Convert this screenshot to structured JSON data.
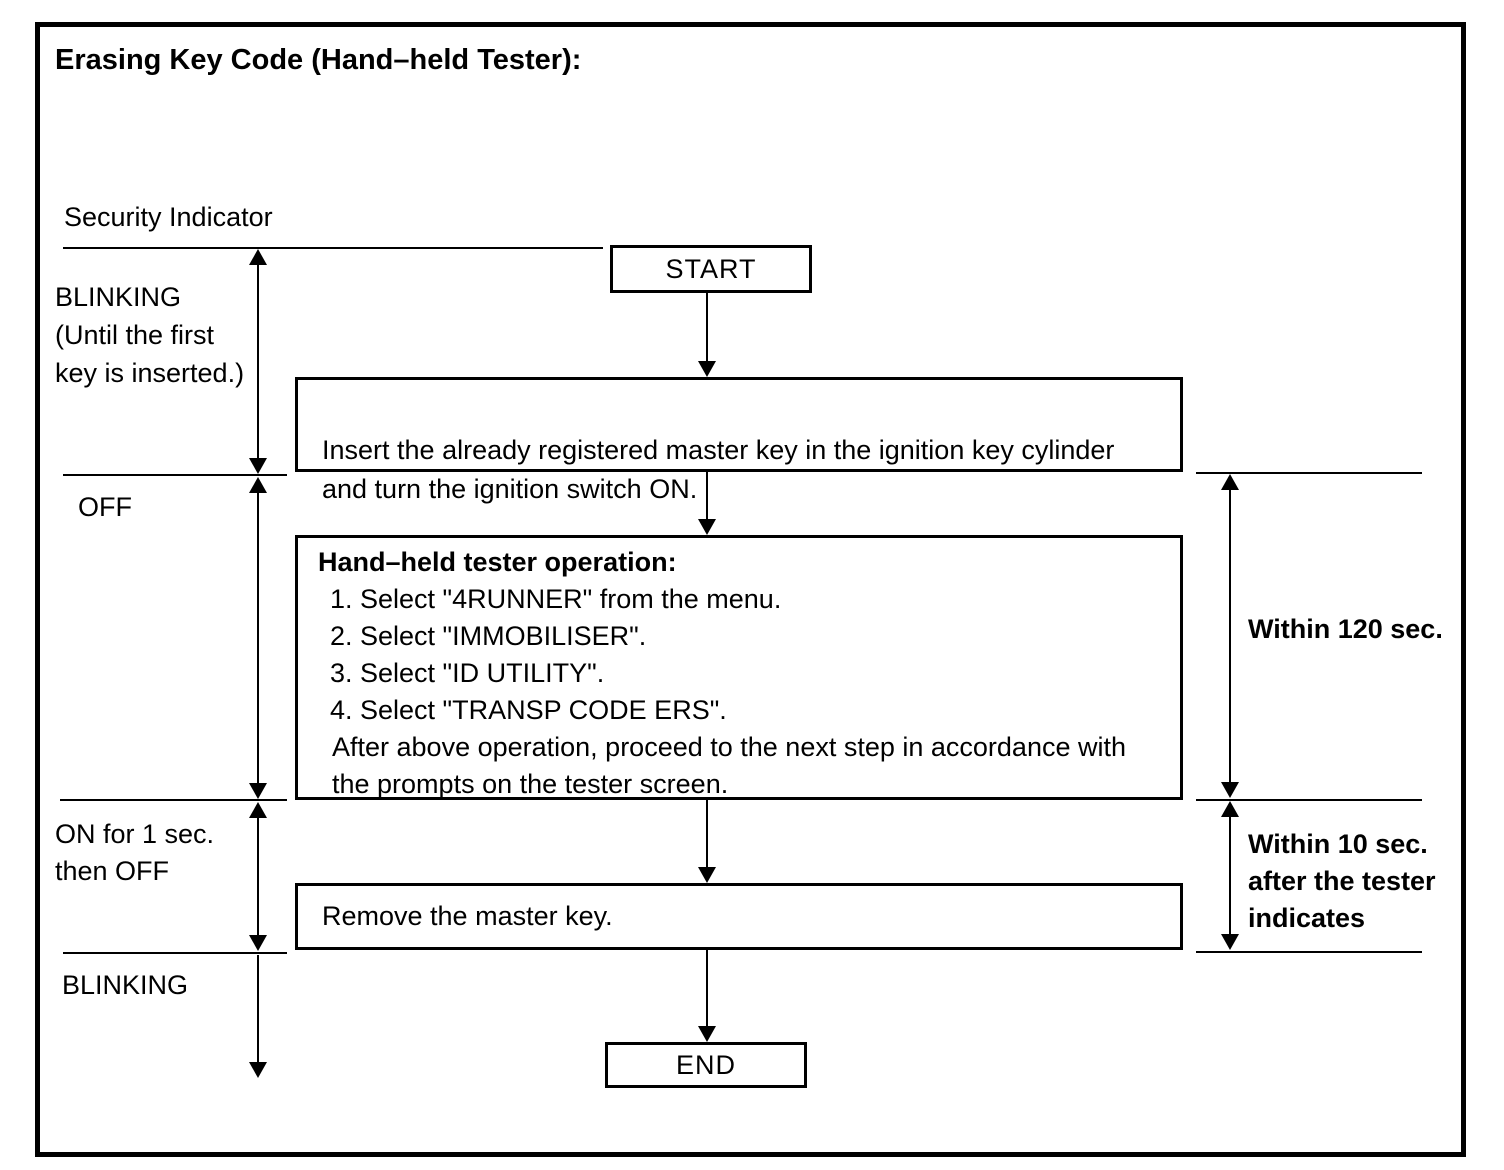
{
  "title": "Erasing Key Code (Hand–held Tester):",
  "security_indicator": {
    "heading": "Security Indicator",
    "state_blinking_until_first_key": "BLINKING\n(Until the first\nkey is inserted.)",
    "state_off": "OFF",
    "state_on_then_off": "ON for 1 sec.\nthen OFF",
    "state_blinking_end": "BLINKING"
  },
  "flow": {
    "start_label": "START",
    "step_insert_key": "Insert the already registered master key in the ignition key cylinder\nand turn the ignition switch ON.",
    "tester_operation": {
      "heading": "Hand–held tester operation:",
      "steps": [
        "1. Select \"4RUNNER\" from the menu.",
        "2. Select \"IMMOBILISER\".",
        "3. Select \"ID UTILITY\".",
        "4. Select \"TRANSP CODE ERS\"."
      ],
      "note": "After above operation, proceed to the next step in accordance with\nthe prompts on the tester screen."
    },
    "step_remove_key": "Remove the master key.",
    "end_label": "END"
  },
  "timing": {
    "within_120_sec": "Within 120 sec.",
    "within_10_sec": "Within 10 sec.\nafter the tester\nindicates"
  },
  "colors": {
    "ink": "#000000",
    "paper": "#ffffff"
  }
}
